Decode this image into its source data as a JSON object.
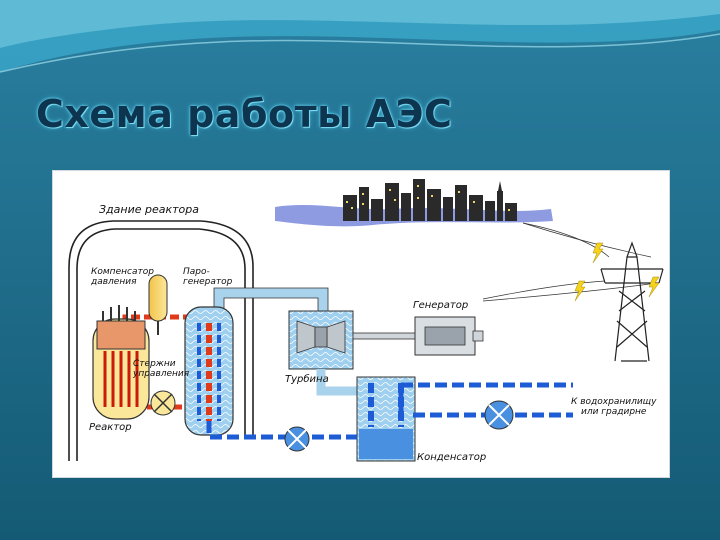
{
  "slide": {
    "title": "Схема работы АЭС",
    "colors": {
      "background": "#1d6a86",
      "title": "#0d3550",
      "title_glow": "#4fc6e6"
    }
  },
  "diagram": {
    "labels": {
      "reactor_building": "Здание реактора",
      "pressure_compensator": "Компенсатор\nдавления",
      "steam_generator": "Паро-\nгенератор",
      "control_rods": "Стержни\nуправления",
      "reactor": "Реактор",
      "generator": "Генератор",
      "turbine": "Турбина",
      "to_reservoir": "К водохранилищу\nили градирне",
      "condenser": "Конденсатор"
    },
    "colors": {
      "hot_loop": "#e03a1a",
      "cold_loop": "#1e5cd6",
      "steam_pipe": "#a9d2ec",
      "water": "#4a90e0",
      "building_outline": "#222222",
      "city": "#2a2a2a",
      "sky_water": "#8f9be0"
    }
  }
}
